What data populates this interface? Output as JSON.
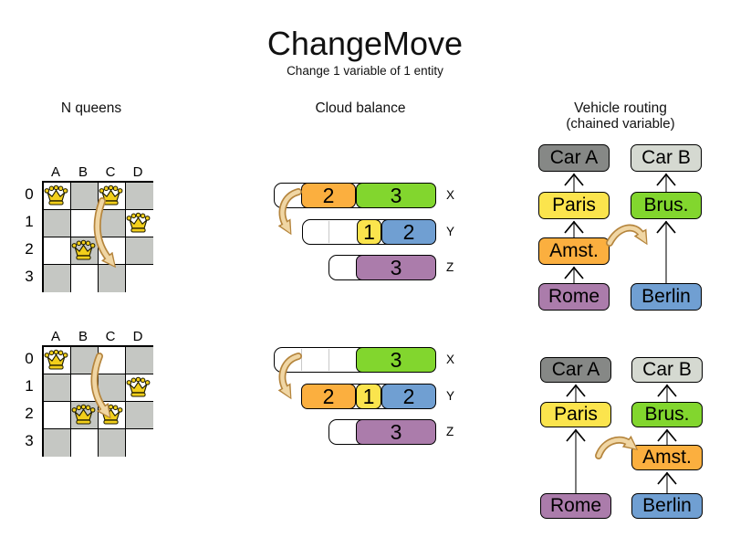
{
  "page": {
    "title": "ChangeMove",
    "subtitle": "Change 1 variable of 1 entity"
  },
  "colors": {
    "orange": "#fbaf3f",
    "green": "#82d62e",
    "yellow": "#fbe44d",
    "blue": "#709fd2",
    "purple": "#ab7cab",
    "dark_gray": "#868886",
    "light_gray": "#d5d9d1",
    "board_gray": "#c5c7c3",
    "queen_gold": "#f2cf1b",
    "queen_outline": "#1c1a00",
    "arrow_light": "#f0d6a4",
    "arrow_dark": "#b5853d",
    "link_line": "#4d4d4d",
    "link_chevron": "#000000"
  },
  "nqueens": {
    "title": "N queens",
    "col_labels": [
      "A",
      "B",
      "C",
      "D"
    ],
    "row_labels": [
      "0",
      "1",
      "2",
      "3"
    ],
    "before": {
      "queens": [
        "A0",
        "C0",
        "D1",
        "B2"
      ],
      "move_arrow": {
        "from": "C0",
        "to": "C2"
      }
    },
    "after": {
      "queens": [
        "A0",
        "D1",
        "B2",
        "C2"
      ],
      "move_arrow": {
        "from": "C0",
        "to": "C2"
      }
    }
  },
  "cloud": {
    "title": "Cloud balance",
    "before": [
      {
        "label": "X",
        "blocks": [
          {
            "value": "2",
            "color": "orange"
          },
          {
            "value": "3",
            "color": "green"
          }
        ]
      },
      {
        "label": "Y",
        "blocks": [
          {
            "value": "1",
            "color": "yellow"
          },
          {
            "value": "2",
            "color": "blue"
          }
        ]
      },
      {
        "label": "Z",
        "blocks": [
          {
            "value": "3",
            "color": "purple"
          }
        ]
      }
    ],
    "after": [
      {
        "label": "X",
        "blocks": [
          {
            "value": "3",
            "color": "green"
          }
        ]
      },
      {
        "label": "Y",
        "blocks": [
          {
            "value": "2",
            "color": "orange"
          },
          {
            "value": "1",
            "color": "yellow"
          },
          {
            "value": "2",
            "color": "blue"
          }
        ]
      },
      {
        "label": "Z",
        "blocks": [
          {
            "value": "3",
            "color": "purple"
          }
        ]
      }
    ],
    "move_arrow": {
      "from": "X",
      "to": "Y"
    }
  },
  "vehicle": {
    "title": "Vehicle routing",
    "subtitle": "(chained variable)",
    "box_colors": {
      "Car A": "dark_gray",
      "Car B": "light_gray",
      "Paris": "yellow",
      "Brus.": "green",
      "Amst.": "orange",
      "Rome": "purple",
      "Berlin": "blue"
    },
    "before": {
      "chains": [
        [
          "Car A",
          "Paris",
          "Amst.",
          "Rome"
        ],
        [
          "Car B",
          "Brus.",
          "Berlin"
        ]
      ],
      "move_arrow": {
        "entity": "Amst.",
        "to_chain": "Car B"
      }
    },
    "after": {
      "chains": [
        [
          "Car A",
          "Paris",
          "Rome"
        ],
        [
          "Car B",
          "Brus.",
          "Amst.",
          "Berlin"
        ]
      ],
      "move_arrow": {
        "entity": "Amst.",
        "to_chain": "Car B"
      }
    }
  }
}
